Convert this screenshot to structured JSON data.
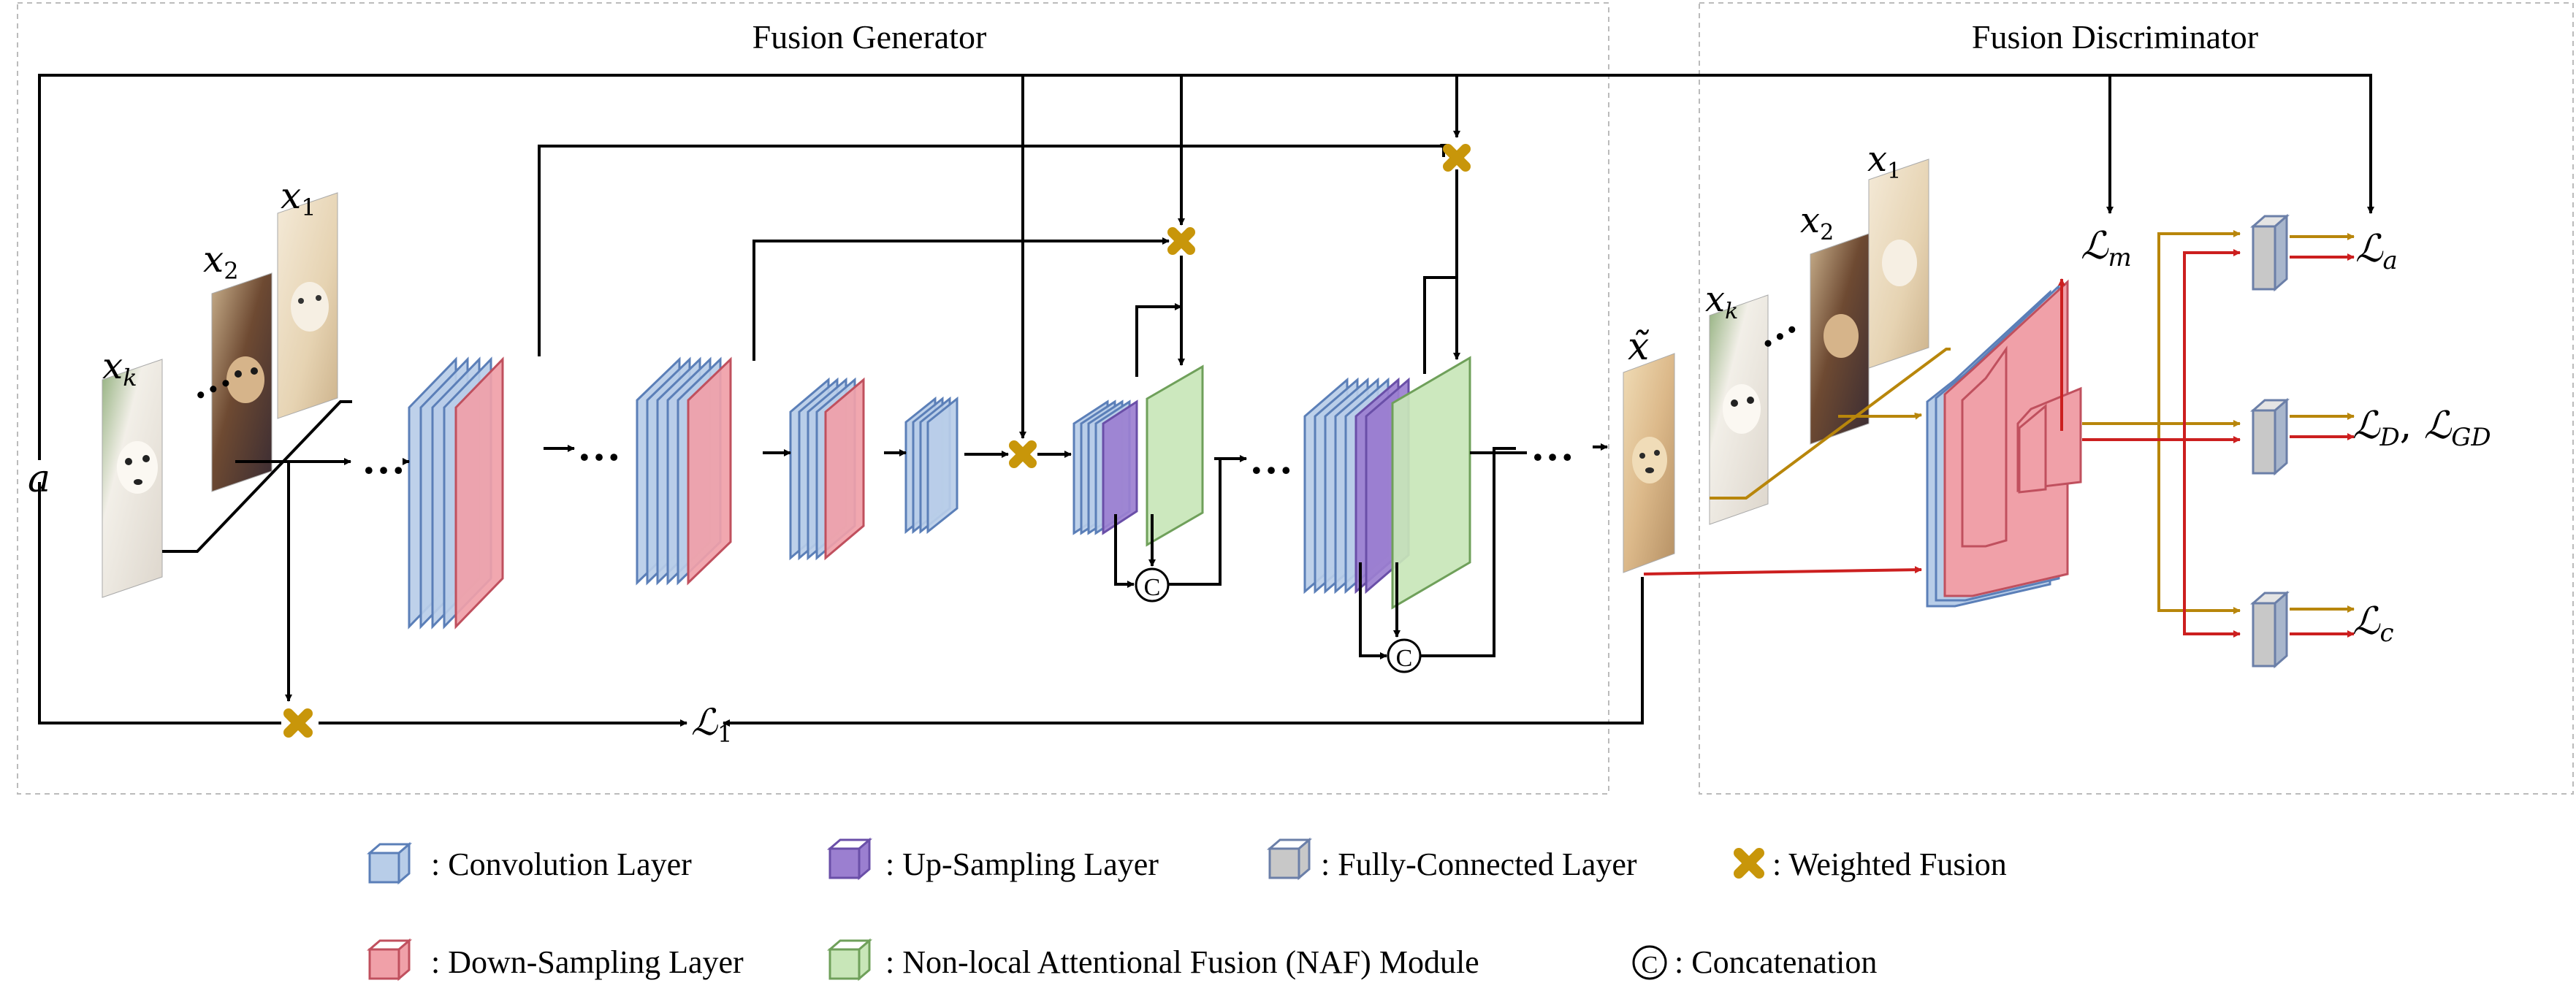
{
  "generator": {
    "title": "Fusion Generator"
  },
  "discriminator": {
    "title": "Fusion Discriminator"
  },
  "inputs": {
    "a": "a",
    "x1": "x",
    "x1_sub": "1",
    "x2": "x",
    "x2_sub": "2",
    "xk": "x",
    "xk_sub": "k",
    "xtilde": "x̃"
  },
  "losses": {
    "L1": "ℒ",
    "L1_sub": "1",
    "Lm": "ℒ",
    "Lm_sub": "m",
    "La": "ℒ",
    "La_sub": "a",
    "LD": "ℒ",
    "LD_sub": "D",
    "LD_sep": ", ",
    "LGD": "ℒ",
    "LGD_sub": "GD",
    "Lc": "ℒ",
    "Lc_sub": "c"
  },
  "legend": {
    "conv": ": Convolution Layer",
    "up": ": Up-Sampling Layer",
    "fc": ": Fully-Connected Layer",
    "wf": ": Weighted Fusion",
    "down": ": Down-Sampling Layer",
    "naf": ": Non-local Attentional Fusion (NAF) Module",
    "concat": ": Concatenation"
  },
  "symbols": {
    "concat": "C",
    "ellipsis": "…"
  },
  "colors": {
    "conv_fill": "#b8cde8",
    "conv_stroke": "#5b7fb8",
    "down_fill": "#f0a0a8",
    "down_stroke": "#c0505e",
    "up_fill": "#9b7fd0",
    "up_stroke": "#6a4fa8",
    "naf_fill": "#c8e6b8",
    "naf_stroke": "#6fa05a",
    "fc_fill": "#c8c8c8",
    "fc_stroke": "#6b7fa8",
    "weighted_fusion": "#c8960a",
    "arrow_black": "#000000",
    "arrow_gold": "#b8860b",
    "arrow_red": "#cc1f1f",
    "frame": "#bbbbbb"
  }
}
